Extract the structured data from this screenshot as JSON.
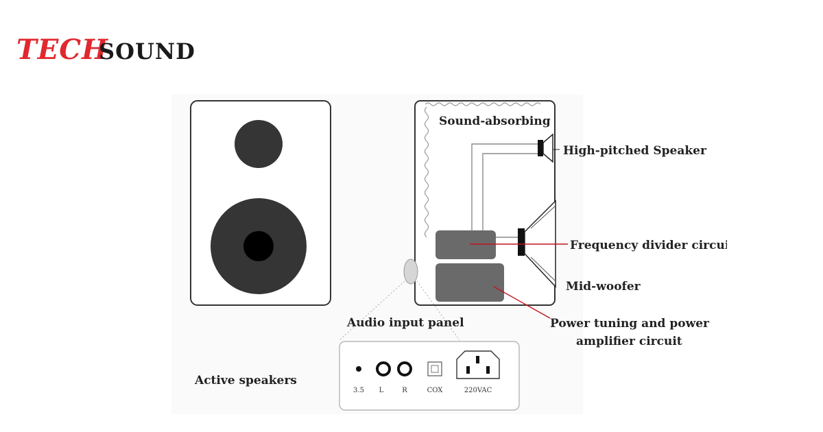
{
  "brand": {
    "name_part1": "TECH",
    "name_part2": "SOUND",
    "accent_color": "#e0282e",
    "dark_color": "#1a1a1a"
  },
  "diagram": {
    "labels": {
      "sound_absorbing": "Sound-absorbing",
      "high_pitched": "High-pitched Speaker",
      "frequency_divider": "Frequency divider circuit",
      "mid_woofer": "Mid-woofer",
      "power_tuning_line1": "Power tuning and power",
      "power_tuning_line2": "amplifier circuit",
      "audio_input_panel": "Audio input panel",
      "active_speakers": "Active speakers"
    },
    "panel_ports": [
      "3.5",
      "L",
      "R",
      "COX",
      "220VAC"
    ],
    "leader_color": "#c0151b"
  }
}
